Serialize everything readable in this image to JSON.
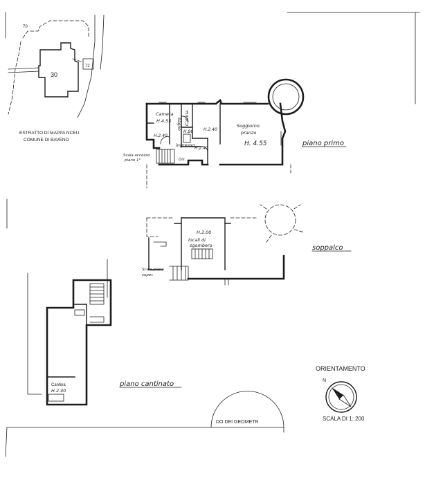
{
  "cadastral_extract": {
    "title_line1": "ESTRATTO DI MAPPA NCEU",
    "title_line2": "COMUNE DI BAVENO",
    "parcel_70": "70",
    "parcel_30": "30",
    "parcel_72": "72"
  },
  "piano_primo": {
    "caption": "piano primo",
    "camera_label": "Camera",
    "camera_height": "H.4.55",
    "bagno_label": "bagno",
    "bagno_height": "H.2.40",
    "bagno2_height": "H.2.40",
    "cabina_height": "H.2.40",
    "cabina_label": "Cabina",
    "corridoio_height": "H.86",
    "ingresso_label": "ingresso",
    "soggiorno_label": "Soggiorno",
    "pranzo_label": "pranzo",
    "soggiorno_height": "H. 4.55",
    "stair_label_line1": "Scala accesso",
    "stair_label_line2": "piano 1°",
    "disimpegno_label": "Dis."
  },
  "soppalco": {
    "caption": "soppalco",
    "height": "H.2.00",
    "room_line1": "locali di",
    "room_line2": "sgombero",
    "stair_line1": "Scala piano",
    "stair_line2": "super."
  },
  "piano_cantinato": {
    "caption": "piano cantinato",
    "cellar_label": "Cantina",
    "cellar_height": "H.2.40"
  },
  "orientation": {
    "title": "ORIENTAMENTO",
    "north": "N"
  },
  "scale_text": "SCALA DI 1: 200",
  "stamp_text": "DO DEI GEOMETR"
}
